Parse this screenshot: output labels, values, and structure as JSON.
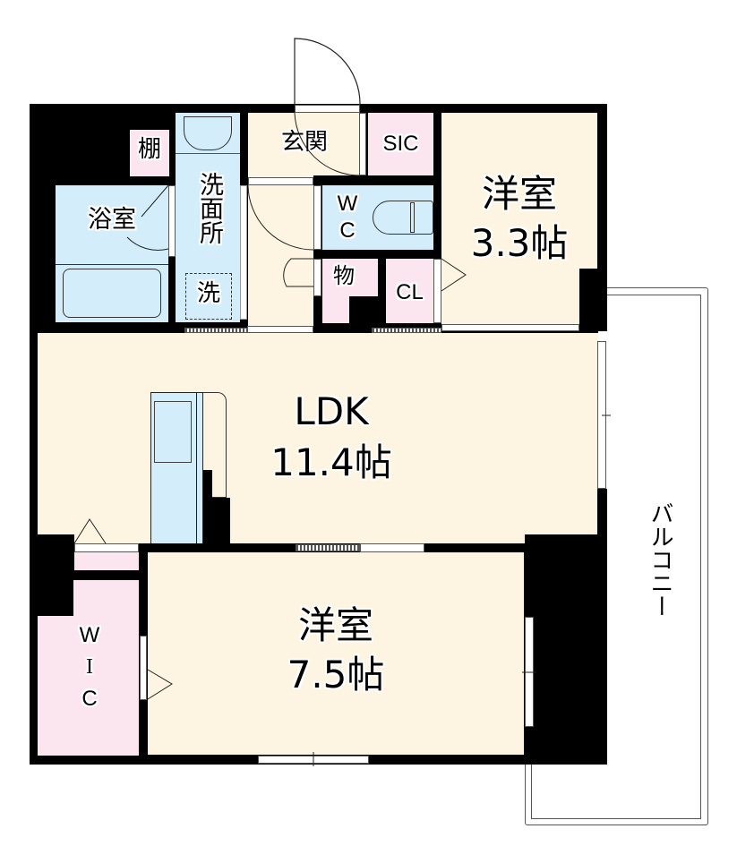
{
  "floorplan": {
    "rooms": {
      "genkan": {
        "label": "玄関"
      },
      "sic": {
        "label": "SIC"
      },
      "tana": {
        "label": "棚"
      },
      "bathroom": {
        "label": "浴室"
      },
      "washroom": {
        "label": "洗面所"
      },
      "washer": {
        "label": "洗"
      },
      "wc": {
        "label": "WC",
        "line1": "W",
        "line2": "C"
      },
      "storage": {
        "label": "物"
      },
      "closet": {
        "label": "CL"
      },
      "western_room_small": {
        "name": "洋室",
        "size": "3.3帖"
      },
      "ldk": {
        "name": "LDK",
        "size": "11.4帖"
      },
      "western_room_large": {
        "name": "洋室",
        "size": "7.5帖"
      },
      "wic": {
        "label": "WIC",
        "line1": "W",
        "line2": "I",
        "line3": "C"
      },
      "balcony": {
        "label": "バルコニー"
      }
    },
    "colors": {
      "living": "#fdf4e2",
      "wet": "#d3eefa",
      "storage": "#fbe6ef",
      "wall": "#000000"
    }
  }
}
